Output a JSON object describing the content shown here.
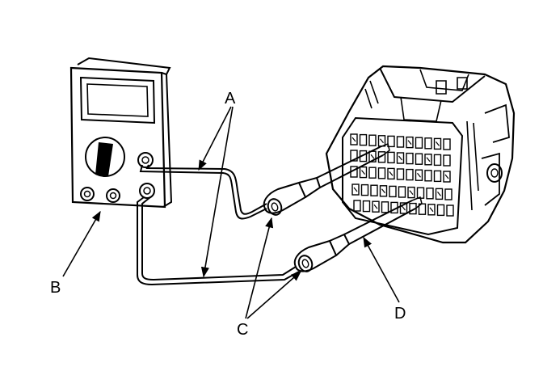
{
  "diagram": {
    "labels": {
      "a": "A",
      "b": "B",
      "c": "C",
      "d": "D"
    },
    "colors": {
      "ink": "#000000",
      "paper": "#ffffff"
    },
    "parts": {
      "meter": "multimeter-icon",
      "connector": "wire-harness-connector-icon",
      "probe": "test-probe-icon"
    }
  }
}
